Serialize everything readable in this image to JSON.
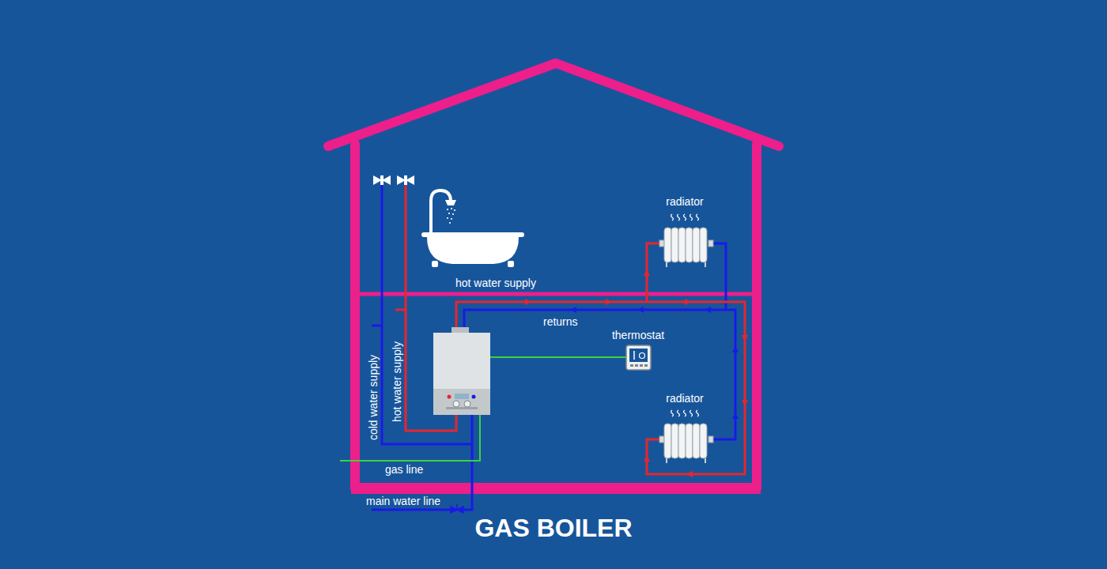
{
  "diagram": {
    "title": "GAS BOILER",
    "nodes": [
      {
        "text": [
          "radiator"
        ]
      },
      {
        "text": [
          "thermostat"
        ]
      },
      {
        "text": [
          "radiator"
        ]
      }
    ],
    "labels": [
      "hot water supply",
      "returns",
      "cold water supply",
      "hot water supply",
      "gas line",
      "main water line"
    ]
  }
}
